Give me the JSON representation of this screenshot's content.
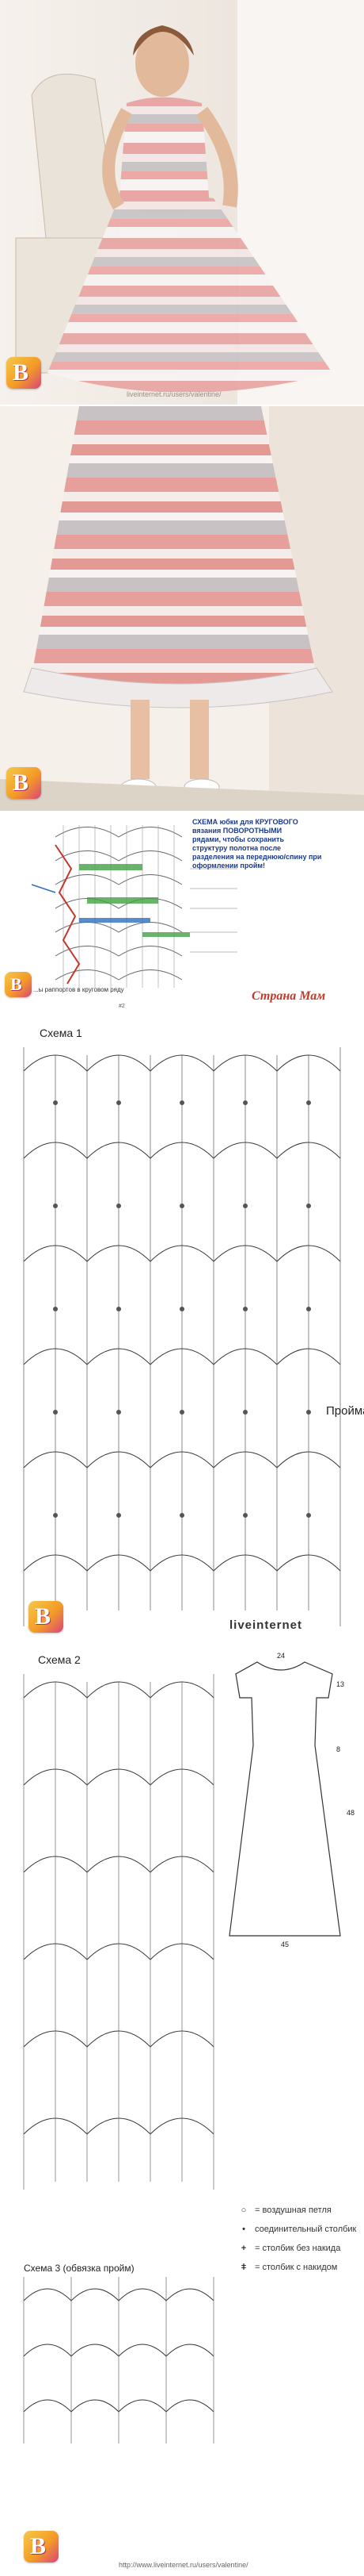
{
  "photo1": {
    "watermark": "liveinternet.ru/users/valentine/"
  },
  "photo2": {
    "watermark": ""
  },
  "diagram1": {
    "title_lines": [
      "СХЕМА юбки для КРУГОВОГО",
      "вязания     ПОВОРОТНЫМИ",
      "рядами, чтобы сохранить",
      "структуру полотна после",
      "разделения на переднюю/спину при",
      "оформлении пройм!"
    ],
    "brand": "Страна Мам",
    "footer_note": "...ы раппортов в круговом ряду",
    "page_number": "#2"
  },
  "diagram2": {
    "title": "Схема 1",
    "side_label": "Пройма",
    "site_tag": "liveinternet"
  },
  "diagram3": {
    "title": "Схема 2",
    "schema3_title": "Схема 3 (обвязка пройм)",
    "dims": {
      "top": "24",
      "side_top": "13",
      "height": "48",
      "side_mid": "8",
      "bottom": "45"
    },
    "legend": [
      {
        "symbol": "○",
        "label": "= воздушная петля"
      },
      {
        "symbol": "•",
        "label": "соединительный столбик"
      },
      {
        "symbol": "+",
        "label": "= столбик без накида"
      },
      {
        "symbol": "ǂ",
        "label": "= столбик с накидом"
      }
    ],
    "url": "http://www.liveinternet.ru/users/valentine/"
  },
  "colors": {
    "pink": "#e9a6a3",
    "grey": "#cfcccc",
    "red": "#c0392b",
    "green": "#43a047",
    "blue": "#2f6fc1"
  }
}
